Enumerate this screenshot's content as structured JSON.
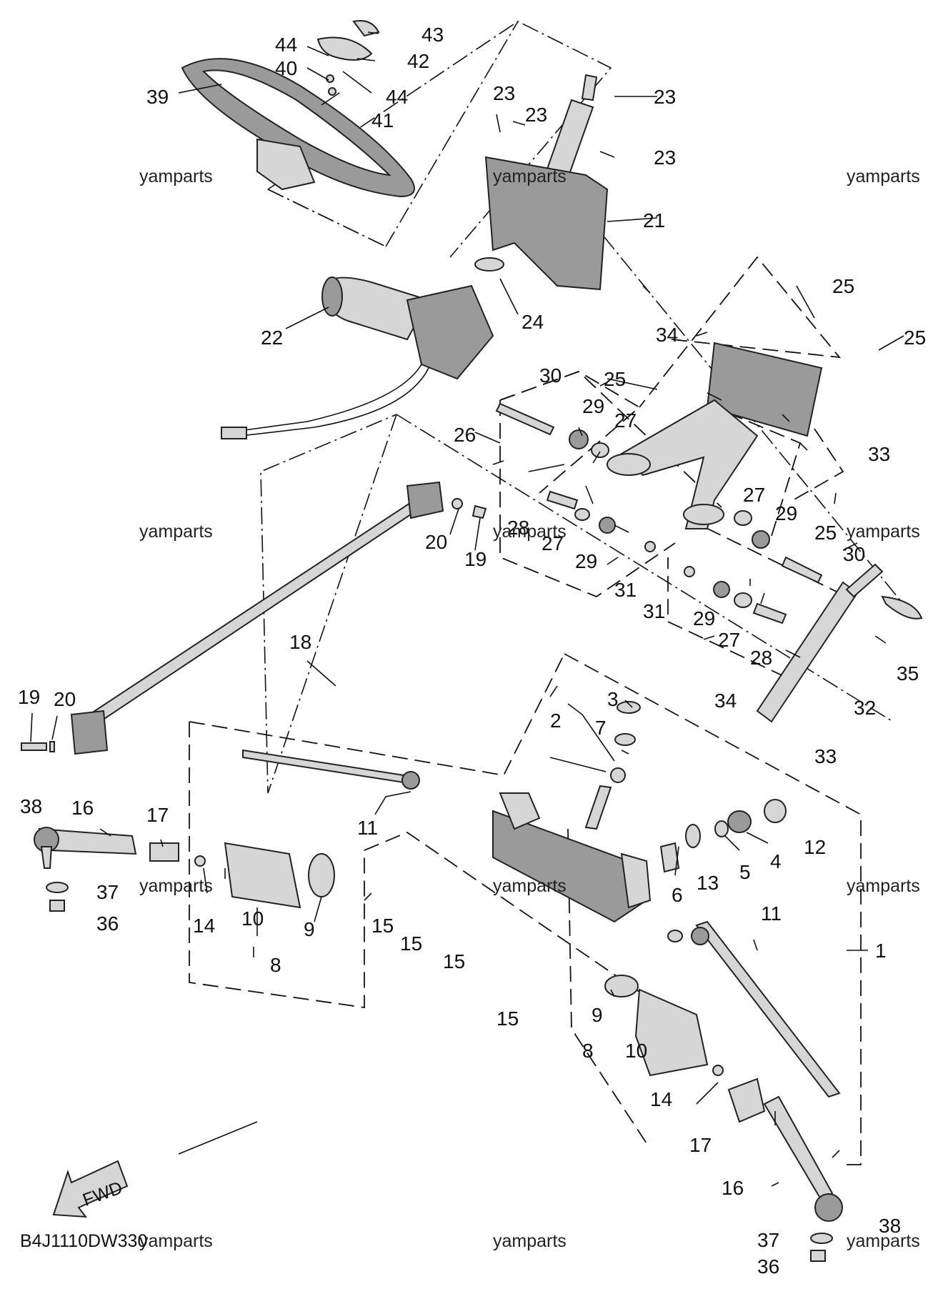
{
  "diagram": {
    "code": "B4J1110DW330",
    "direction_label": "FWD",
    "watermark": "yamparts",
    "callouts": [
      "1",
      "2",
      "3",
      "4",
      "5",
      "6",
      "7",
      "8",
      "9",
      "10",
      "11",
      "12",
      "13",
      "14",
      "15",
      "16",
      "17",
      "18",
      "19",
      "20",
      "21",
      "22",
      "23",
      "24",
      "25",
      "26",
      "27",
      "28",
      "29",
      "30",
      "31",
      "32",
      "33",
      "34",
      "35",
      "36",
      "37",
      "38",
      "39",
      "40",
      "41",
      "42",
      "43",
      "44"
    ]
  }
}
